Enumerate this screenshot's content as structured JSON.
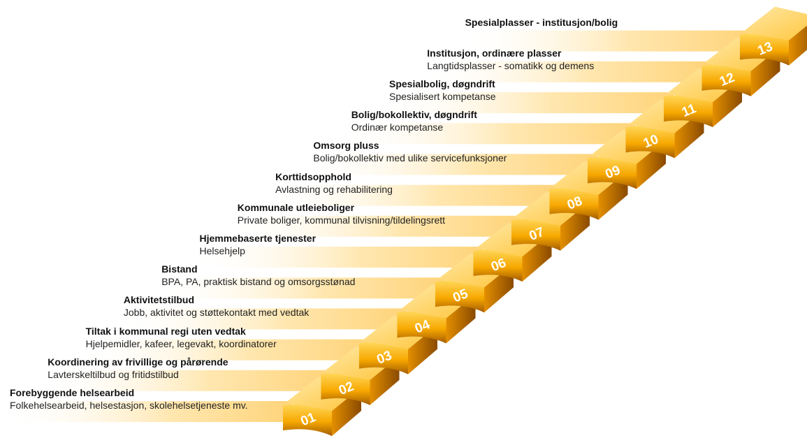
{
  "colors": {
    "band_light": "#ffd680",
    "band_edge": "#ffffff",
    "step_light": "#ffd34d",
    "step_mid": "#f5a700",
    "step_dark": "#b86a00",
    "number": "#ffffff"
  },
  "steps": [
    {
      "number": "01",
      "title": "Forebyggende helsearbeid",
      "subtitle": "Folkehelsearbeid, helsestasjon, skolehelsetjeneste mv."
    },
    {
      "number": "02",
      "title": "Koordinering av frivillige og pårørende",
      "subtitle": "Lavterskeltilbud og fritidstilbud"
    },
    {
      "number": "03",
      "title": "Tiltak i kommunal regi uten vedtak",
      "subtitle": "Hjelpemidler, kafeer, legevakt, koordinatorer"
    },
    {
      "number": "04",
      "title": "Aktivitetstilbud",
      "subtitle": "Jobb, aktivitet og støttekontakt med vedtak"
    },
    {
      "number": "05",
      "title": "Bistand",
      "subtitle": "BPA, PA, praktisk bistand og omsorgsstønad"
    },
    {
      "number": "06",
      "title": "Hjemmebaserte tjenester",
      "subtitle": "Helsehjelp"
    },
    {
      "number": "07",
      "title": "Kommunale utleieboliger",
      "subtitle": "Private boliger, kommunal tilvisning/tildelingsrett"
    },
    {
      "number": "08",
      "title": "Korttidsopphold",
      "subtitle": "Avlastning og rehabilitering"
    },
    {
      "number": "09",
      "title": "Omsorg pluss",
      "subtitle": "Bolig/bokollektiv med ulike servicefunksjoner"
    },
    {
      "number": "10",
      "title": "Bolig/bokollektiv, døgndrift",
      "subtitle": "Ordinær kompetanse"
    },
    {
      "number": "11",
      "title": "Spesialbolig, døgndrift",
      "subtitle": "Spesialisert kompetanse"
    },
    {
      "number": "12",
      "title": "Institusjon, ordinære plasser",
      "subtitle": "Langtidsplasser - somatikk og demens"
    },
    {
      "number": "13",
      "title": "Spesialplasser - institusjon/bolig",
      "subtitle": ""
    }
  ]
}
